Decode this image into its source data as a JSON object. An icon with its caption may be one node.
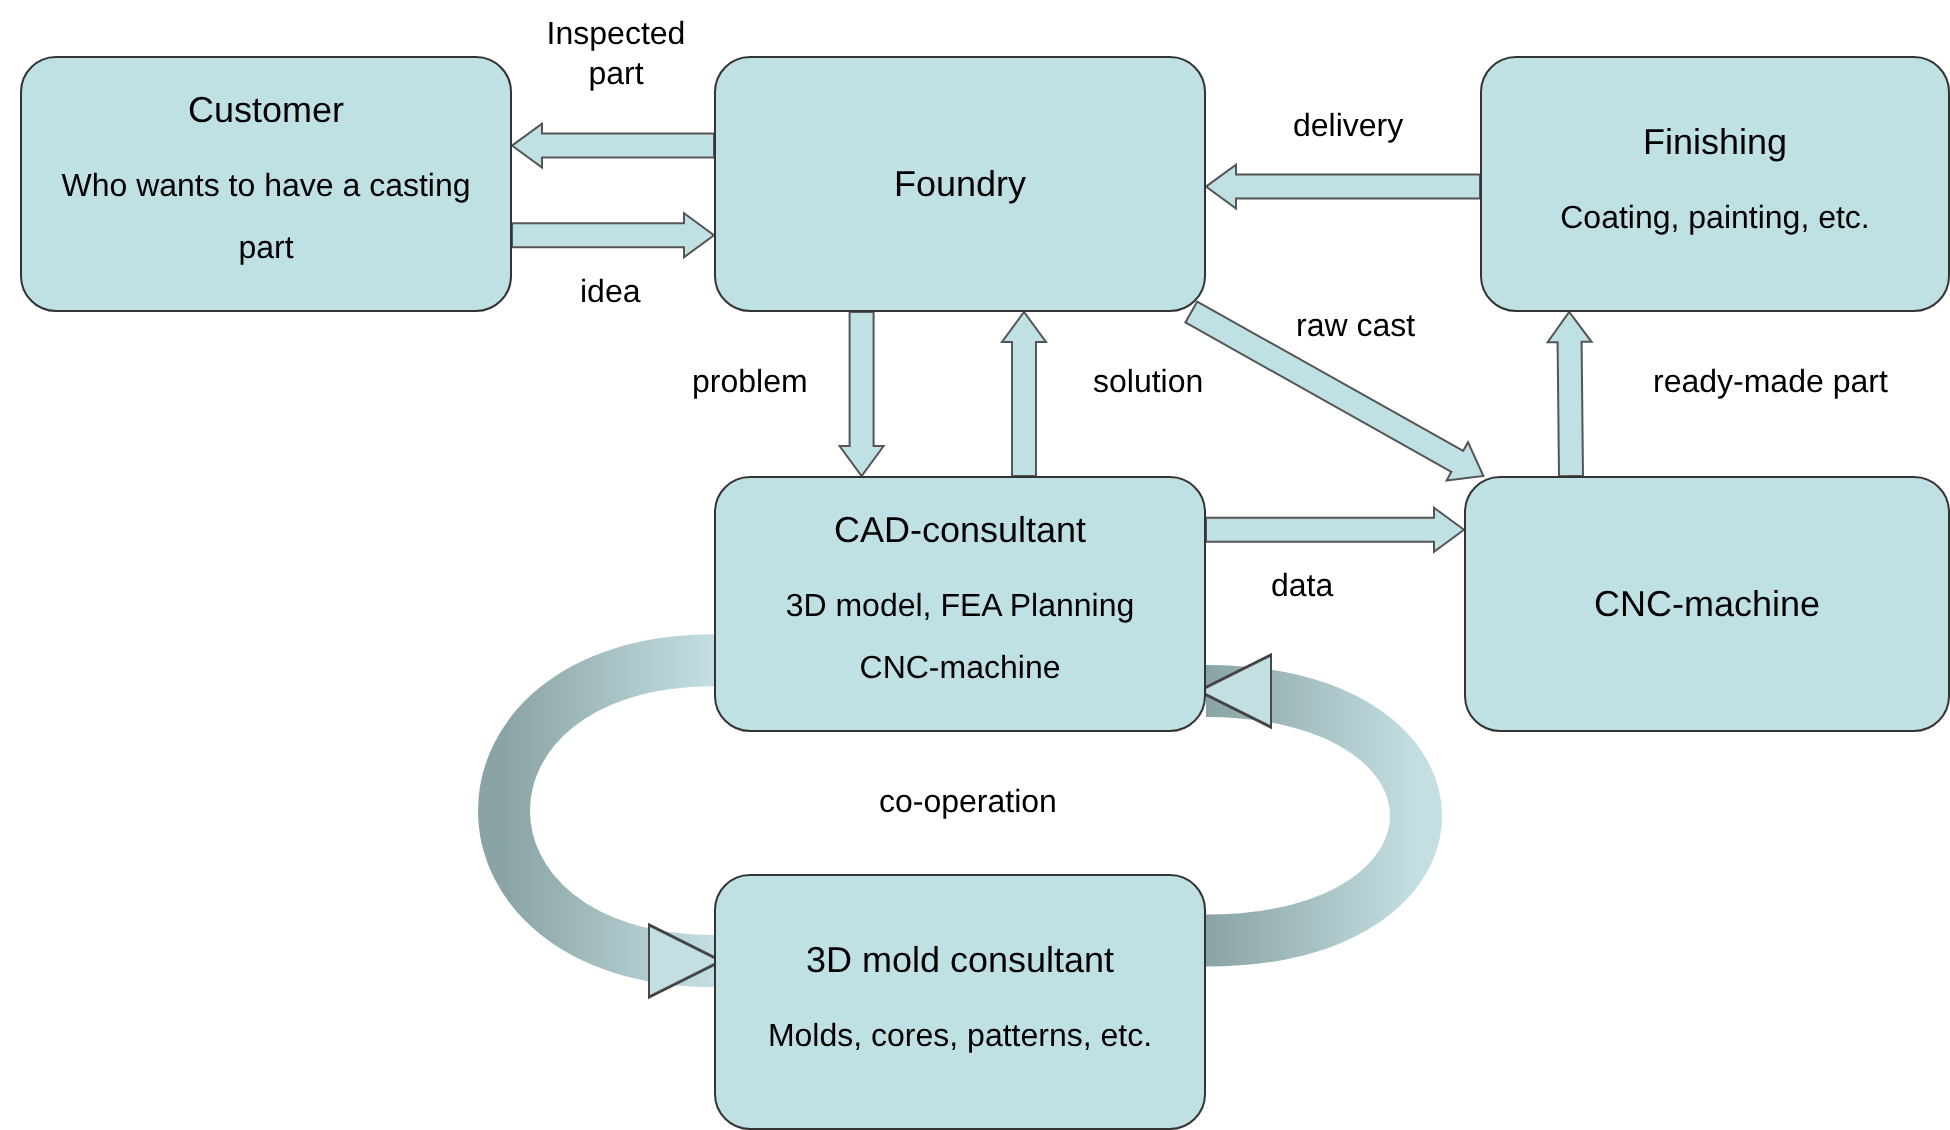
{
  "diagram": {
    "nodes": [
      {
        "text": [
          "Customer",
          "Who wants to have a casting part"
        ]
      },
      {
        "text": [
          "Foundry"
        ]
      },
      {
        "text": [
          "Finishing",
          "Coating, painting, etc."
        ]
      },
      {
        "text": [
          "CAD-consultant",
          "3D model, FEA Planning CNC-machine"
        ]
      },
      {
        "text": [
          "CNC-machine"
        ]
      },
      {
        "text": [
          "3D mold consultant",
          "Molds, cores, patterns, etc."
        ]
      }
    ],
    "edges": [
      {
        "from": 1,
        "to": 0,
        "arrow": "to",
        "label": "Inspected part"
      },
      {
        "from": 0,
        "to": 1,
        "arrow": "to",
        "label": "idea"
      },
      {
        "from": 2,
        "to": 1,
        "arrow": "to",
        "label": "delivery"
      },
      {
        "from": 1,
        "to": 3,
        "arrow": "to",
        "label": "problem"
      },
      {
        "from": 3,
        "to": 1,
        "arrow": "to",
        "label": "solution"
      },
      {
        "from": 1,
        "to": 4,
        "arrow": "to",
        "label": "raw cast"
      },
      {
        "from": 3,
        "to": 4,
        "arrow": "to",
        "label": "data"
      },
      {
        "from": 4,
        "to": 2,
        "arrow": "to",
        "label": "ready-made part"
      },
      {
        "from": 3,
        "to": 5,
        "arrow": "to"
      },
      {
        "from": 5,
        "to": 3,
        "arrow": "to"
      }
    ],
    "labels": [
      "co-operation"
    ]
  }
}
